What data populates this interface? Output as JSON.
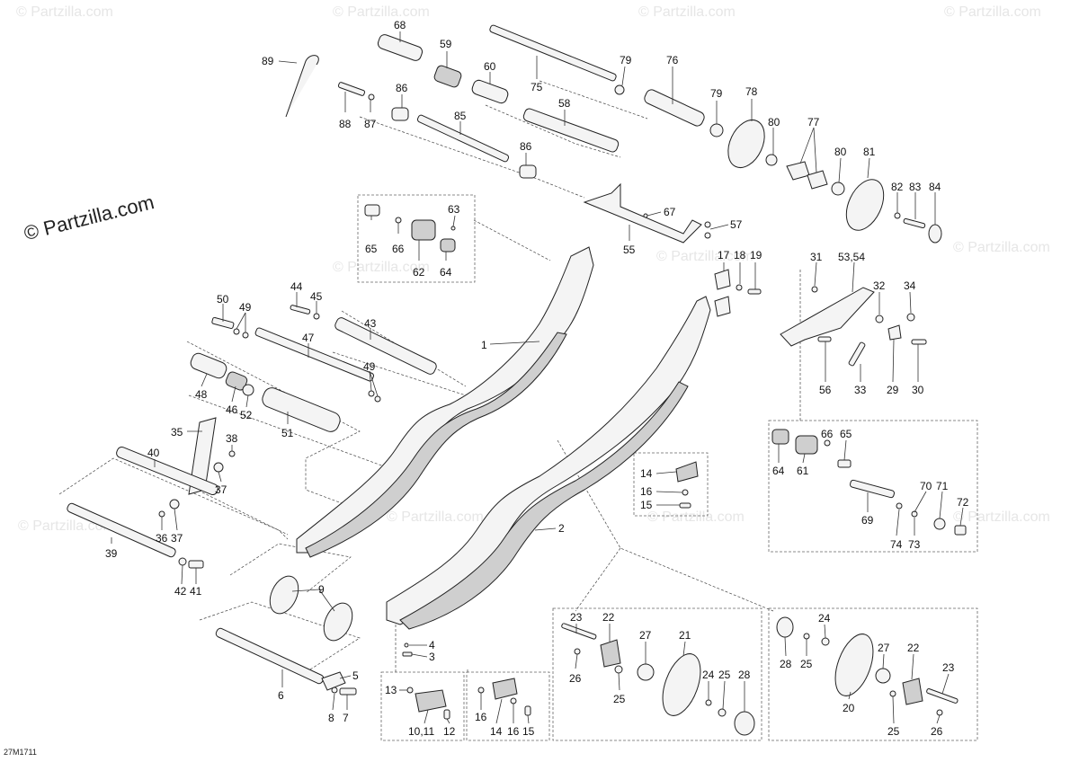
{
  "brand": "© Partzilla.com",
  "watermark": "© Partzilla.com",
  "drawing_code": "27M1711",
  "callouts": {
    "c1": "1",
    "c2": "2",
    "c3": "3",
    "c4": "4",
    "c5": "5",
    "c6": "6",
    "c7": "7",
    "c8": "8",
    "c9": "9",
    "c10_11": "10,11",
    "c12": "12",
    "c13": "13",
    "c14a": "14",
    "c14b": "14",
    "c15a": "15",
    "c15b": "15",
    "c16a": "16",
    "c16b": "16",
    "c16c": "16",
    "c17": "17",
    "c18": "18",
    "c19": "19",
    "c20": "20",
    "c21": "21",
    "c22a": "22",
    "c22b": "22",
    "c23a": "23",
    "c23b": "23",
    "c24a": "24",
    "c24b": "24",
    "c25a": "25",
    "c25b": "25",
    "c25c": "25",
    "c25d": "25",
    "c26a": "26",
    "c26b": "26",
    "c27a": "27",
    "c27b": "27",
    "c28a": "28",
    "c28b": "28",
    "c29": "29",
    "c30": "30",
    "c31": "31",
    "c32": "32",
    "c33": "33",
    "c34": "34",
    "c35": "35",
    "c36": "36",
    "c37a": "37",
    "c37b": "37",
    "c38": "38",
    "c39": "39",
    "c40": "40",
    "c41": "41",
    "c42": "42",
    "c43": "43",
    "c44": "44",
    "c45": "45",
    "c46": "46",
    "c47": "47",
    "c48": "48",
    "c49a": "49",
    "c49b": "49",
    "c50": "50",
    "c51": "51",
    "c52": "52",
    "c53_54": "53,54",
    "c55": "55",
    "c56": "56",
    "c57": "57",
    "c58": "58",
    "c59": "59",
    "c60": "60",
    "c61": "61",
    "c62": "62",
    "c63": "63",
    "c64a": "64",
    "c64b": "64",
    "c65a": "65",
    "c65b": "65",
    "c66a": "66",
    "c66b": "66",
    "c67": "67",
    "c68": "68",
    "c69": "69",
    "c70": "70",
    "c71": "71",
    "c72": "72",
    "c73": "73",
    "c74": "74",
    "c75": "75",
    "c76": "76",
    "c77": "77",
    "c78": "78",
    "c79a": "79",
    "c79b": "79",
    "c80a": "80",
    "c80b": "80",
    "c81": "81",
    "c82": "82",
    "c83": "83",
    "c84": "84",
    "c85": "85",
    "c86a": "86",
    "c86b": "86",
    "c87": "87",
    "c88": "88",
    "c89": "89"
  }
}
